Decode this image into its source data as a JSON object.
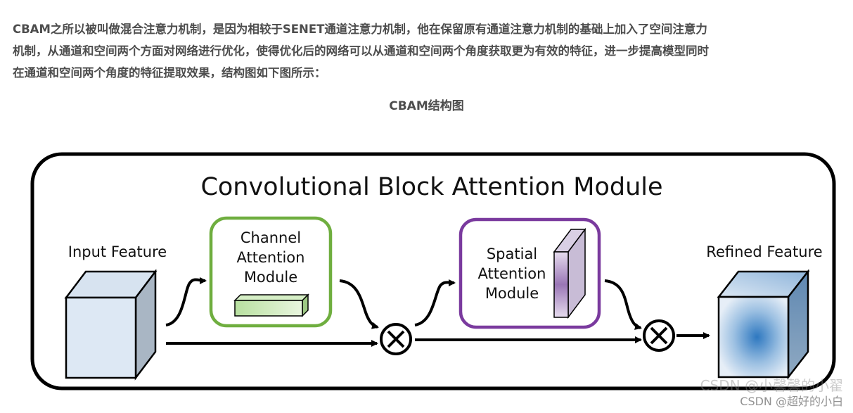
{
  "article": {
    "paragraph_lines": [
      "CBAM之所以被叫做混合注意力机制，是因为相较于SENET通道注意力机制，他在保留原有通道注意力机制的基础上加入了空间注意力",
      "机制，从通道和空间两个方面对网络进行优化，使得优化后的网络可以从通道和空间两个角度获取更为有效的特征，进一步提高模型同时",
      "在通道和空间两个角度的特征提取效果，结构图如下图所示："
    ],
    "figure_caption": "CBAM结构图"
  },
  "diagram": {
    "title": "Convolutional Block Attention Module",
    "input_label": "Input Feature",
    "channel_module_lines": [
      "Channel",
      "Attention",
      "Module"
    ],
    "spatial_module_lines": [
      "Spatial",
      "Attention",
      "Module"
    ],
    "output_label": "Refined Feature",
    "multiply_symbol": "⊗",
    "colors": {
      "channel_border": "#6fae3f",
      "spatial_border": "#7a3a9e",
      "input_cube_front": "#dde8f4",
      "output_cube_center": "#2e78c0"
    }
  },
  "watermarks": {
    "primary": "CSDN @小馨馨的小翟",
    "secondary": "CSDN @超好的小白"
  }
}
